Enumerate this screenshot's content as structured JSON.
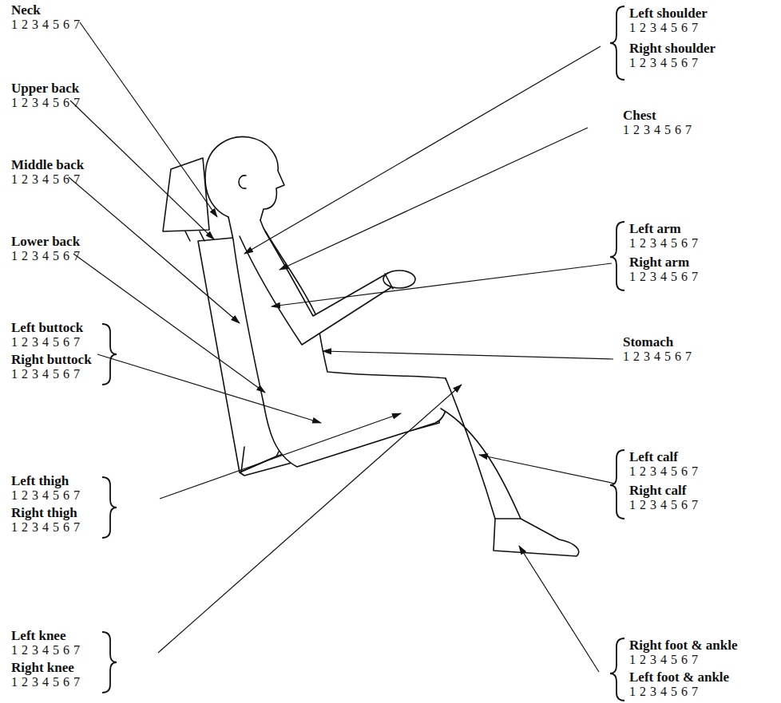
{
  "diagram": {
    "labels": [
      "Neck",
      "1 2 3 4 5 6 7",
      "Upper back",
      "1 2 3 4 5 6 7",
      "Middle back",
      "1 2 3 4 5 6 7",
      "Lower back",
      "1 2 3 4 5 6 7",
      "Left buttock",
      "1 2 3 4 5 6 7",
      "Right buttock",
      "1 2 3 4 5 6 7",
      "Left thigh",
      "1 2 3 4 5 6 7",
      "Right thigh",
      "1 2 3 4 5 6 7",
      "Left knee",
      "1 2 3 4 5 6 7",
      "Right knee",
      "1 2 3 4 5 6 7",
      "Left shoulder",
      "1 2 3 4 5 6 7",
      "Right shoulder",
      "1 2 3 4 5 6 7",
      "Chest",
      "1 2 3 4 5 6 7",
      "Left arm",
      "1 2 3 4 5 6 7",
      "Right arm",
      "1 2 3 4 5 6 7",
      "Stomach",
      "1 2 3 4 5 6 7",
      "Left calf",
      "1 2 3 4 5 6 7",
      "Right calf",
      "1 2 3 4 5 6 7",
      "Right foot & ankle",
      "1 2 3 4 5 6 7",
      "Left foot & ankle",
      "1 2 3 4 5 6 7"
    ]
  }
}
